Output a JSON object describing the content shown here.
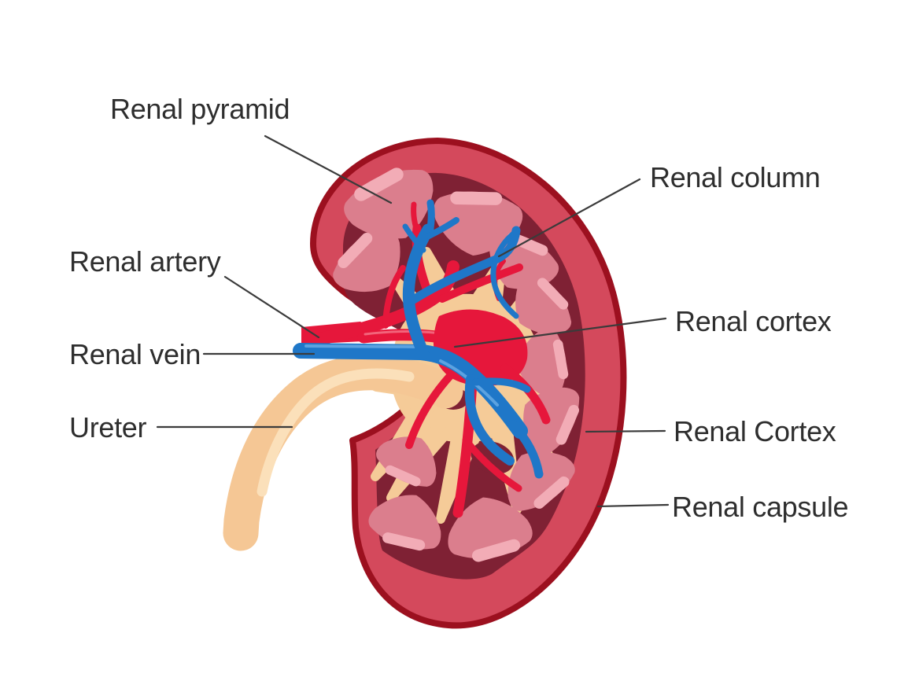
{
  "figure": {
    "type": "anatomical-diagram",
    "subject": "Human kidney cross-section with labeled structures"
  },
  "labels": {
    "renal_pyramid": "Renal pyramid",
    "renal_column": "Renal column",
    "renal_artery": "Renal artery",
    "renal_vein": "Renal vein",
    "renal_cortex_upper": "Renal cortex",
    "renal_cortex_lower": "Renal Cortex",
    "ureter": "Ureter",
    "renal_capsule": "Renal capsule"
  },
  "palette": {
    "background": "#ffffff",
    "capsule_outline": "#9C101F",
    "cortex": "#D4495C",
    "medulla": "#7F2134",
    "pyramid": "#DB7E8D",
    "pyramid_highlight": "#F2ACB6",
    "renal_column_fill": "#F5CB98",
    "artery_red": "#E6173B",
    "artery_highlight": "#F2647B",
    "vein_blue": "#1F77C8",
    "vein_highlight": "#5CA2E0",
    "ureter_fill": "#F5C795",
    "ureter_highlight": "#FBE0BA",
    "label_text": "#2E2E2E",
    "leader_line": "#3B3B3B"
  }
}
